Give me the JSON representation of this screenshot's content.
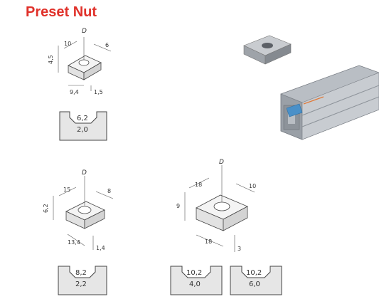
{
  "title": "Preset Nut",
  "nut1": {
    "dims": {
      "d": "D",
      "h1": "4,5",
      "w1": "10",
      "w2": "6",
      "len": "9,4",
      "t": "1,5"
    },
    "profile": {
      "top": "6,2",
      "bottom": "2,0"
    }
  },
  "nut2": {
    "dims": {
      "d": "D",
      "h1": "6,2",
      "w1": "15",
      "w2": "8",
      "len": "13,4",
      "t": "1,4"
    },
    "profile": {
      "top": "8,2",
      "bottom": "2,2"
    }
  },
  "nut3": {
    "dims": {
      "d": "D",
      "w1": "18",
      "w2": "10",
      "h1": "9",
      "len": "18",
      "t": "3"
    },
    "profiles": [
      {
        "top": "10,2",
        "bottom": "4,0"
      },
      {
        "top": "10,2",
        "bottom": "6,0"
      }
    ]
  },
  "colors": {
    "title": "#e0312a",
    "profile_fill": "#e6e6e6",
    "extrusion": "#b9bec4",
    "accent_blue": "#4a90c8"
  }
}
